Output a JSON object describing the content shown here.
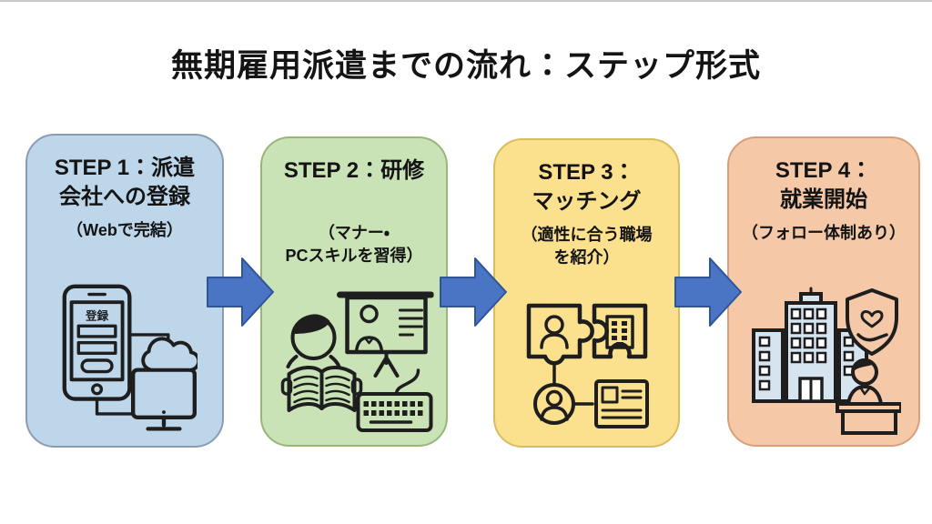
{
  "title": "無期雇用派遣までの流れ：ステップ形式",
  "steps": [
    {
      "name": "registration",
      "title_lines": [
        "STEP 1：派遣",
        "会社への登録"
      ],
      "subtitle_lines": [
        "（Webで完結）"
      ],
      "icons": [
        "smartphone-registration",
        "desktop-monitor",
        "cloud"
      ],
      "phone_screen_label": "登録",
      "fill": "#BDD6EA",
      "border": "#8A9CB2"
    },
    {
      "name": "training",
      "title_lines": [
        "STEP 2：研修"
      ],
      "subtitle_lines": [
        "（マナー・",
        "PCスキルを習得）"
      ],
      "icons": [
        "person-reading-book",
        "presentation-board",
        "keyboard"
      ],
      "fill": "#C9E2B6",
      "border": "#96B779"
    },
    {
      "name": "matching",
      "title_lines": [
        "STEP 3：",
        "マッチング"
      ],
      "subtitle_lines": [
        "（適性に合う職場",
        "を紹介）"
      ],
      "icons": [
        "puzzle-person",
        "puzzle-company",
        "profile-circle",
        "resume-document"
      ],
      "fill": "#FBE08E",
      "border": "#D9BC5E"
    },
    {
      "name": "employment-start",
      "title_lines": [
        "STEP 4：",
        "就業開始"
      ],
      "subtitle_lines": [
        "（フォロー体制あり）"
      ],
      "icons": [
        "office-buildings",
        "care-shield",
        "receptionist-desk"
      ],
      "fill": "#F5C9A8",
      "border": "#D89F78"
    }
  ],
  "arrow": {
    "fill": "#4A74C4",
    "border": "#2F5597",
    "direction": "right"
  }
}
